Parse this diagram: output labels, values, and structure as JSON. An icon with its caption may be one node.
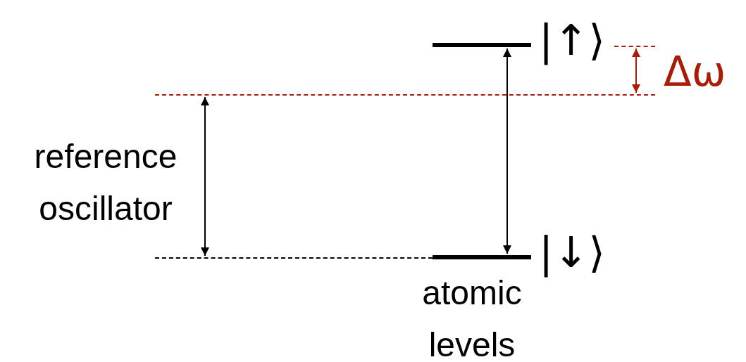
{
  "diagram": {
    "nodes": [
      {
        "text": [],
        "shape": "bar",
        "beside": [
          "|↑⟩"
        ]
      },
      {
        "text": [],
        "shape": "line"
      },
      {
        "text": [],
        "shape": "line"
      },
      {
        "text": [],
        "shape": "line"
      },
      {
        "text": [],
        "shape": "bar",
        "beside": [
          "|↓⟩"
        ]
      }
    ],
    "edges": [
      {
        "from": 1,
        "to": 2,
        "arrow": "both",
        "label": "Δω",
        "color": "#a81c08"
      },
      {
        "from": 2,
        "to": 3,
        "arrow": "both",
        "label": "reference oscillator"
      },
      {
        "from": 4,
        "to": 0,
        "arrow": "both"
      }
    ],
    "labels": [
      "atomic levels"
    ]
  }
}
